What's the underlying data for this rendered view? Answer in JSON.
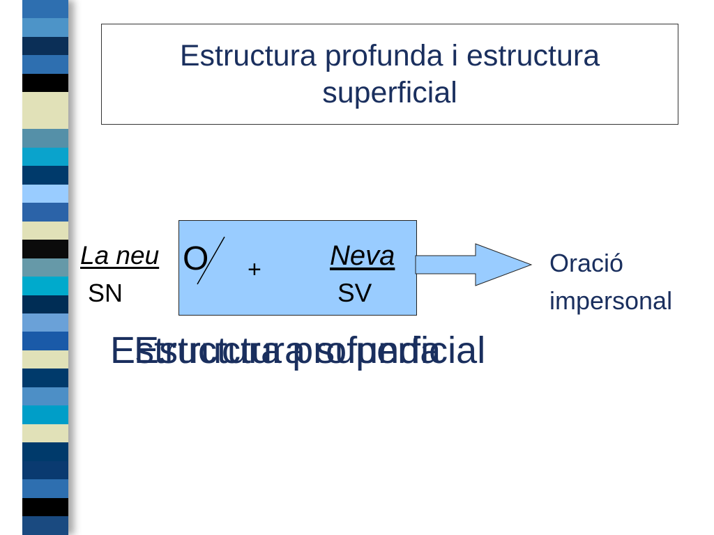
{
  "slide": {
    "title": "Estructura profunda i estructura superficial",
    "decoration": {
      "stripe_colors": [
        "#2e6fb0",
        "#4d94c8",
        "#0b2f57",
        "#2e6fb0",
        "#000000",
        "#e1e1b8",
        "#e1e1b8",
        "#5590a8",
        "#0aa3cc",
        "#003a6b",
        "#99ccff",
        "#2b63a8",
        "#e1e1b8",
        "#0b0b0b",
        "#6699a8",
        "#00aacc",
        "#002d55",
        "#6aa1d8",
        "#1a5aa8",
        "#e1e1b8",
        "#003a6b",
        "#4d8fc6",
        "#009ec8",
        "#e1e1b8",
        "#003a6b",
        "#0a3a70",
        "#2e6fb0",
        "#000000",
        "#1a4a80"
      ]
    },
    "diagram": {
      "left_phrase": "La neu",
      "left_category": "SN",
      "symbol_O": "O",
      "plus": "+",
      "right_phrase": "Neva",
      "right_category": "SV",
      "result_line1": "Oració",
      "result_line2": "impersonal",
      "box_color": "#99ccff"
    },
    "overlap_labels": {
      "label_a": "Estructura profunda",
      "label_b": "Estructura superficial"
    },
    "colors": {
      "title": "#1a2f5e",
      "result_text": "#1a2f5e",
      "overlap_text": "#1a2f5e"
    }
  }
}
